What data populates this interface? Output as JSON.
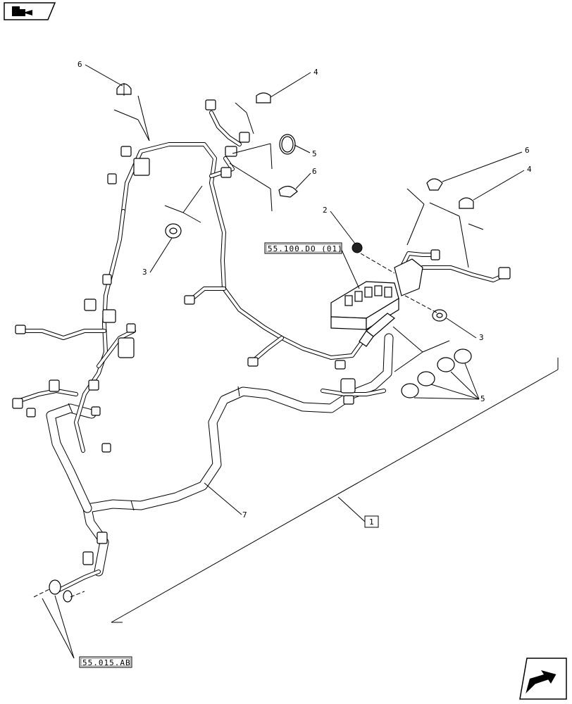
{
  "nav": {
    "top_icon": "book-arrow-icon",
    "bottom_icon": "next-page-arrow-icon"
  },
  "references": {
    "fuse_box_ref": "55.100.DO (01)",
    "connector_ref": "55.015.AB",
    "assembly_ref": "1"
  },
  "callouts": {
    "c1": "6",
    "c2": "4",
    "c3": "5",
    "c4": "6",
    "c5": "3",
    "c6": "2",
    "c7": "6",
    "c8": "4",
    "c9": "3",
    "c10": "5",
    "c11": "7"
  }
}
